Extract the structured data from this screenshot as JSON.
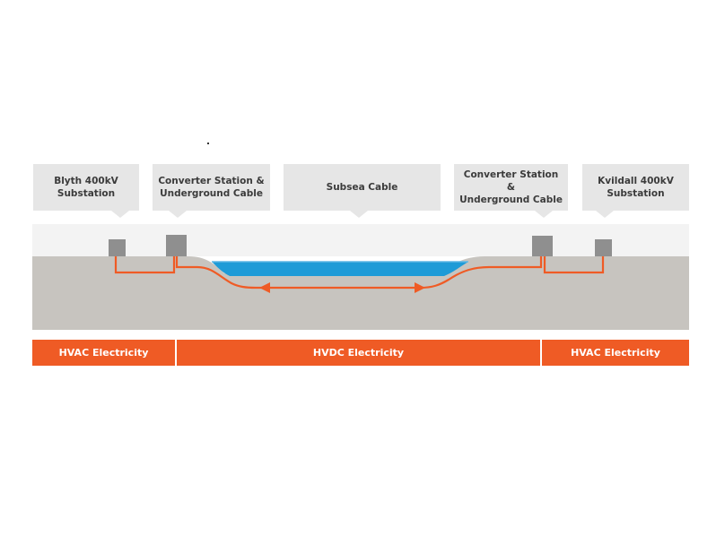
{
  "callouts": {
    "blyth": "Blyth 400kV\nSubstation",
    "converter_left": "Converter Station &\nUnderground Cable",
    "subsea": "Subsea Cable",
    "converter_right": "Converter Station &\nUnderground Cable",
    "kvildall": "Kvildall 400kV\nSubstation"
  },
  "bars": {
    "left": "HVAC Electricity",
    "middle": "HVDC Electricity",
    "right": "HVAC Electricity"
  },
  "colors": {
    "ground": "#c7c4bf",
    "sky_strip": "#f3f3f3",
    "sea": "#1e9bd7",
    "cable": "#ef5b25",
    "building": "#8f8f8f",
    "callout_bg": "#e6e6e6",
    "bar": "#ef5b25"
  }
}
